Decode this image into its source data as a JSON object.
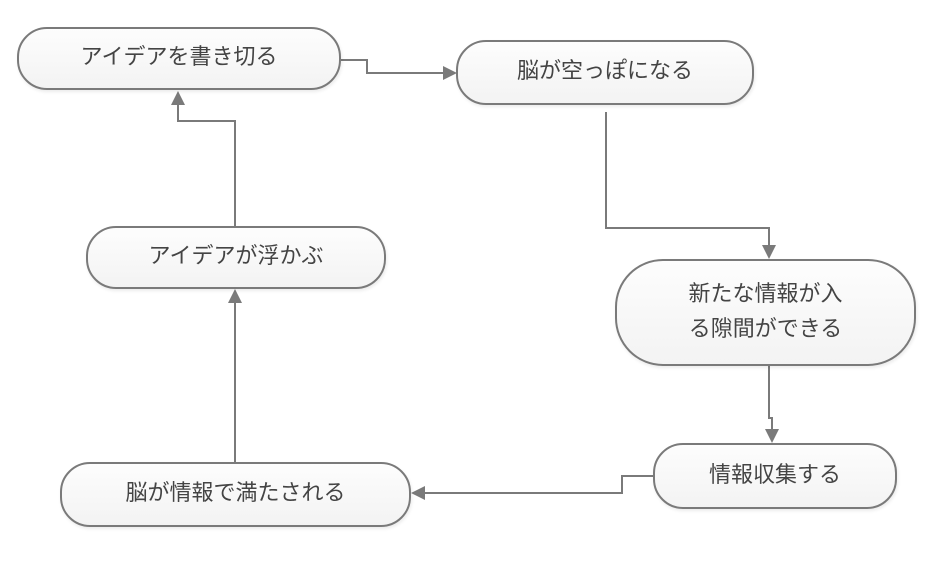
{
  "nodes": {
    "idea_write": "アイデアを書き切る",
    "brain_empty": "脳が空っぽになる",
    "new_info_line1": "新たな情報が入",
    "new_info_line2": "る隙間ができる",
    "collect": "情報収集する",
    "brain_full": "脳が情報で満たされる",
    "idea_float": "アイデアが浮かぶ"
  },
  "colors": {
    "connector": "#7a7a7a",
    "node_border": "#7a7a7a",
    "node_fill": "#f5f5f5",
    "text": "#444444"
  }
}
